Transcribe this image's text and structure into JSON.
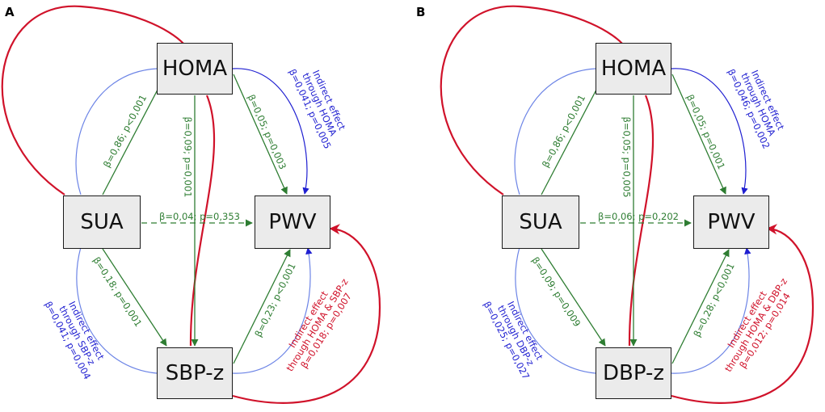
{
  "colors": {
    "direct": "#2e7d32",
    "indirect_single": "#1f1fd1",
    "indirect_single_arc": "#6c84e6",
    "indirect_double": "#d0122a",
    "node_fill": "#ebebeb"
  },
  "panels": [
    {
      "letter": "A",
      "nodes": {
        "exposure": "SUA",
        "mediator1": "HOMA",
        "mediator2": "SBP-z",
        "outcome": "PWV"
      },
      "paths": {
        "sua_homa": "β=0,86; p<0,001",
        "homa_pwv": "β=0,05; p=0,003",
        "homa_med2": "β=0,09; p=0,001",
        "sua_pwv": "β=0,04; p=0,353",
        "sua_med2": "β=0,18; p=0,001",
        "med2_pwv": "β=0,23; p<0,001"
      },
      "indirect_homa": [
        "Indirect effect",
        "through HOMA",
        "β=0,041; p=0,005"
      ],
      "indirect_med2": [
        "Indirect effect",
        "through SBP-z",
        "β=0,041; p=0,004"
      ],
      "indirect_both": [
        "Indirect effect",
        "through HOMA & SBP-z",
        "β=0,018; p=0,007"
      ]
    },
    {
      "letter": "B",
      "nodes": {
        "exposure": "SUA",
        "mediator1": "HOMA",
        "mediator2": "DBP-z",
        "outcome": "PWV"
      },
      "paths": {
        "sua_homa": "β=0,86; p<0,001",
        "homa_pwv": "β=0,05; p=0,001",
        "homa_med2": "β=0,05; p=0,005",
        "sua_pwv": "β=0,06; p=0,202",
        "sua_med2": "β=0,09; p=0,009",
        "med2_pwv": "β=0,28; p<0,001"
      },
      "indirect_homa": [
        "Indirect effect",
        "through HOMA",
        "β=0,046; p=0,002"
      ],
      "indirect_med2": [
        "Indirect effect",
        "through DBP-z",
        "β=0,025; p=0,027"
      ],
      "indirect_both": [
        "Indirect effect",
        "through HOMA & DBP-z",
        "β=0,012; p=0,014"
      ]
    }
  ]
}
